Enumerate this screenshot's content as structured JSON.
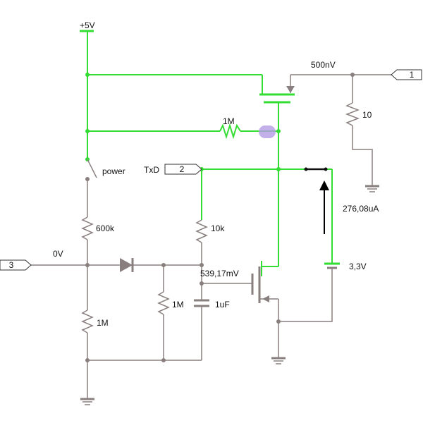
{
  "labels": {
    "supply": "+5V",
    "top_node_current": "500nV",
    "port1": "1",
    "r_load": "10",
    "r_feedback": "1M",
    "switch": "power",
    "txd_label": "TxD",
    "port2": "2",
    "meter_current": "276,08uA",
    "r_600k": "600k",
    "r_10k": "10k",
    "node_0v": "0V",
    "port3": "3",
    "gate_voltage": "539,17mV",
    "battery": "3,3V",
    "r_1m_mid": "1M",
    "cap": "1uF",
    "r_1m_bottom": "1M"
  },
  "colors": {
    "energized": "#33dd33",
    "idle": "#8a7f7f",
    "probe": "#b49ce6"
  }
}
